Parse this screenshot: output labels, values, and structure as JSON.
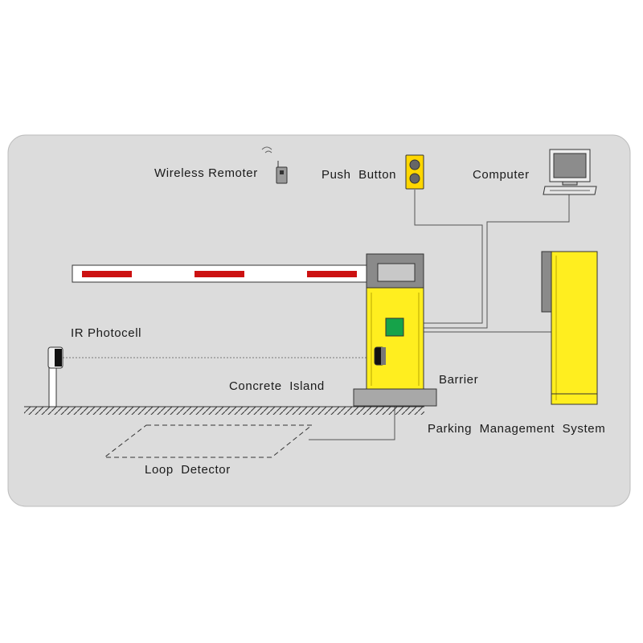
{
  "labels": {
    "wireless_remoter": "Wireless Remoter",
    "push_button": "Push  Button",
    "computer": "Computer",
    "ir_photocell": "IR Photocell",
    "concrete_island": "Concrete  Island",
    "barrier": "Barrier",
    "parking_management_system": "Parking  Management  System",
    "loop_detector": "Loop  Detector"
  },
  "colors": {
    "panel_background": "#dcdcdc",
    "cabinet_yellow": "#ffee1f",
    "beam_stripe_red": "#cc1111",
    "controller_green": "#16a34a",
    "housing_gray": "#8a8a8a",
    "concrete_gray": "#a8a8a8"
  },
  "icons": {
    "wireless_remoter": "remote-control-icon",
    "push_button": "push-button-box-icon",
    "computer": "computer-monitor-icon",
    "photocell": "ir-photocell-icon"
  }
}
